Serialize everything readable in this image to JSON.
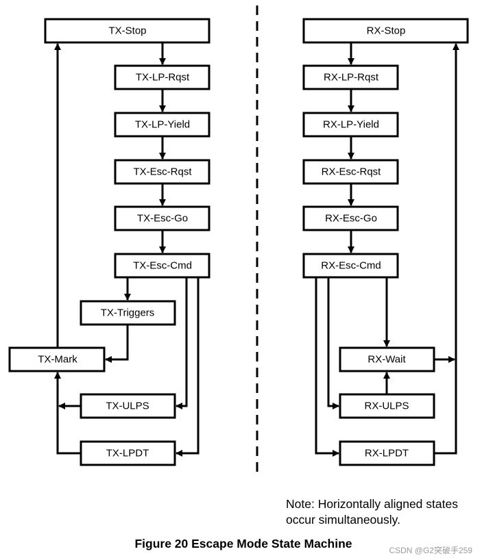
{
  "tx_states": {
    "stop": "TX-Stop",
    "lp_rqst": "TX-LP-Rqst",
    "lp_yield": "TX-LP-Yield",
    "esc_rqst": "TX-Esc-Rqst",
    "esc_go": "TX-Esc-Go",
    "esc_cmd": "TX-Esc-Cmd",
    "triggers": "TX-Triggers",
    "mark": "TX-Mark",
    "ulps": "TX-ULPS",
    "lpdt": "TX-LPDT"
  },
  "rx_states": {
    "stop": "RX-Stop",
    "lp_rqst": "RX-LP-Rqst",
    "lp_yield": "RX-LP-Yield",
    "esc_rqst": "RX-Esc-Rqst",
    "esc_go": "RX-Esc-Go",
    "esc_cmd": "RX-Esc-Cmd",
    "wait": "RX-Wait",
    "ulps": "RX-ULPS",
    "lpdt": "RX-LPDT"
  },
  "note": {
    "line1": "Note: Horizontally aligned states",
    "line2": "occur simultaneously."
  },
  "caption": "Figure 20 Escape Mode State Machine",
  "watermark": "CSDN @G2突破手259"
}
